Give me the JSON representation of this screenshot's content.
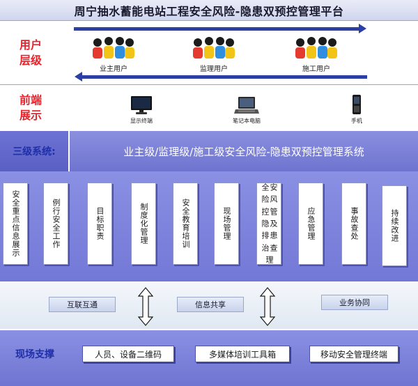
{
  "title": "周宁抽水蓄能电站工程安全风险-隐患双预控管理平台",
  "rows": {
    "user_level_label": [
      "用户",
      "层级"
    ],
    "frontend_label": [
      "前端",
      "展示"
    ]
  },
  "users": [
    {
      "label": "业主用户"
    },
    {
      "label": "监理用户"
    },
    {
      "label": "施工用户"
    }
  ],
  "devices": [
    {
      "label": "显示终端",
      "icon": "monitor-icon"
    },
    {
      "label": "笔记本电脑",
      "icon": "laptop-icon"
    },
    {
      "label": "手机",
      "icon": "mobile-phone-icon"
    }
  ],
  "system": {
    "left_label": "三级系统:",
    "title": "业主级/监理级/施工级安全风险-隐患双预控管理系统"
  },
  "modules": [
    {
      "cols": [
        "安全",
        "重点",
        "信息",
        "展示"
      ]
    },
    {
      "cols": [
        "例行",
        "安全",
        "工作"
      ]
    },
    {
      "cols": [
        "目标",
        "职责"
      ]
    },
    {
      "cols": [
        "制度",
        "化管",
        "理"
      ]
    },
    {
      "cols": [
        "安全",
        "教育",
        "培训"
      ]
    },
    {
      "cols": [
        "现场",
        "管理"
      ]
    },
    {
      "cols": [
        "安全",
        "风险",
        "管控",
        "及隐",
        "患排",
        "查治",
        "理"
      ]
    },
    {
      "cols": [
        "应急",
        "管理"
      ]
    },
    {
      "cols": [
        "事故",
        "查处"
      ]
    },
    {
      "cols": [
        "持续",
        "改进"
      ]
    }
  ],
  "services": [
    {
      "label": "互联互通"
    },
    {
      "label": "信息共享"
    },
    {
      "label": "业务协同"
    }
  ],
  "support": {
    "label": "现场支撑",
    "items": [
      {
        "label": "人员、设备二维码"
      },
      {
        "label": "多媒体培训工具箱"
      },
      {
        "label": "移动安全管理终端"
      }
    ]
  },
  "colors": {
    "accent_red": "#e8232b",
    "accent_blue": "#2b3fa4",
    "panel_purple": "#7278d6"
  }
}
